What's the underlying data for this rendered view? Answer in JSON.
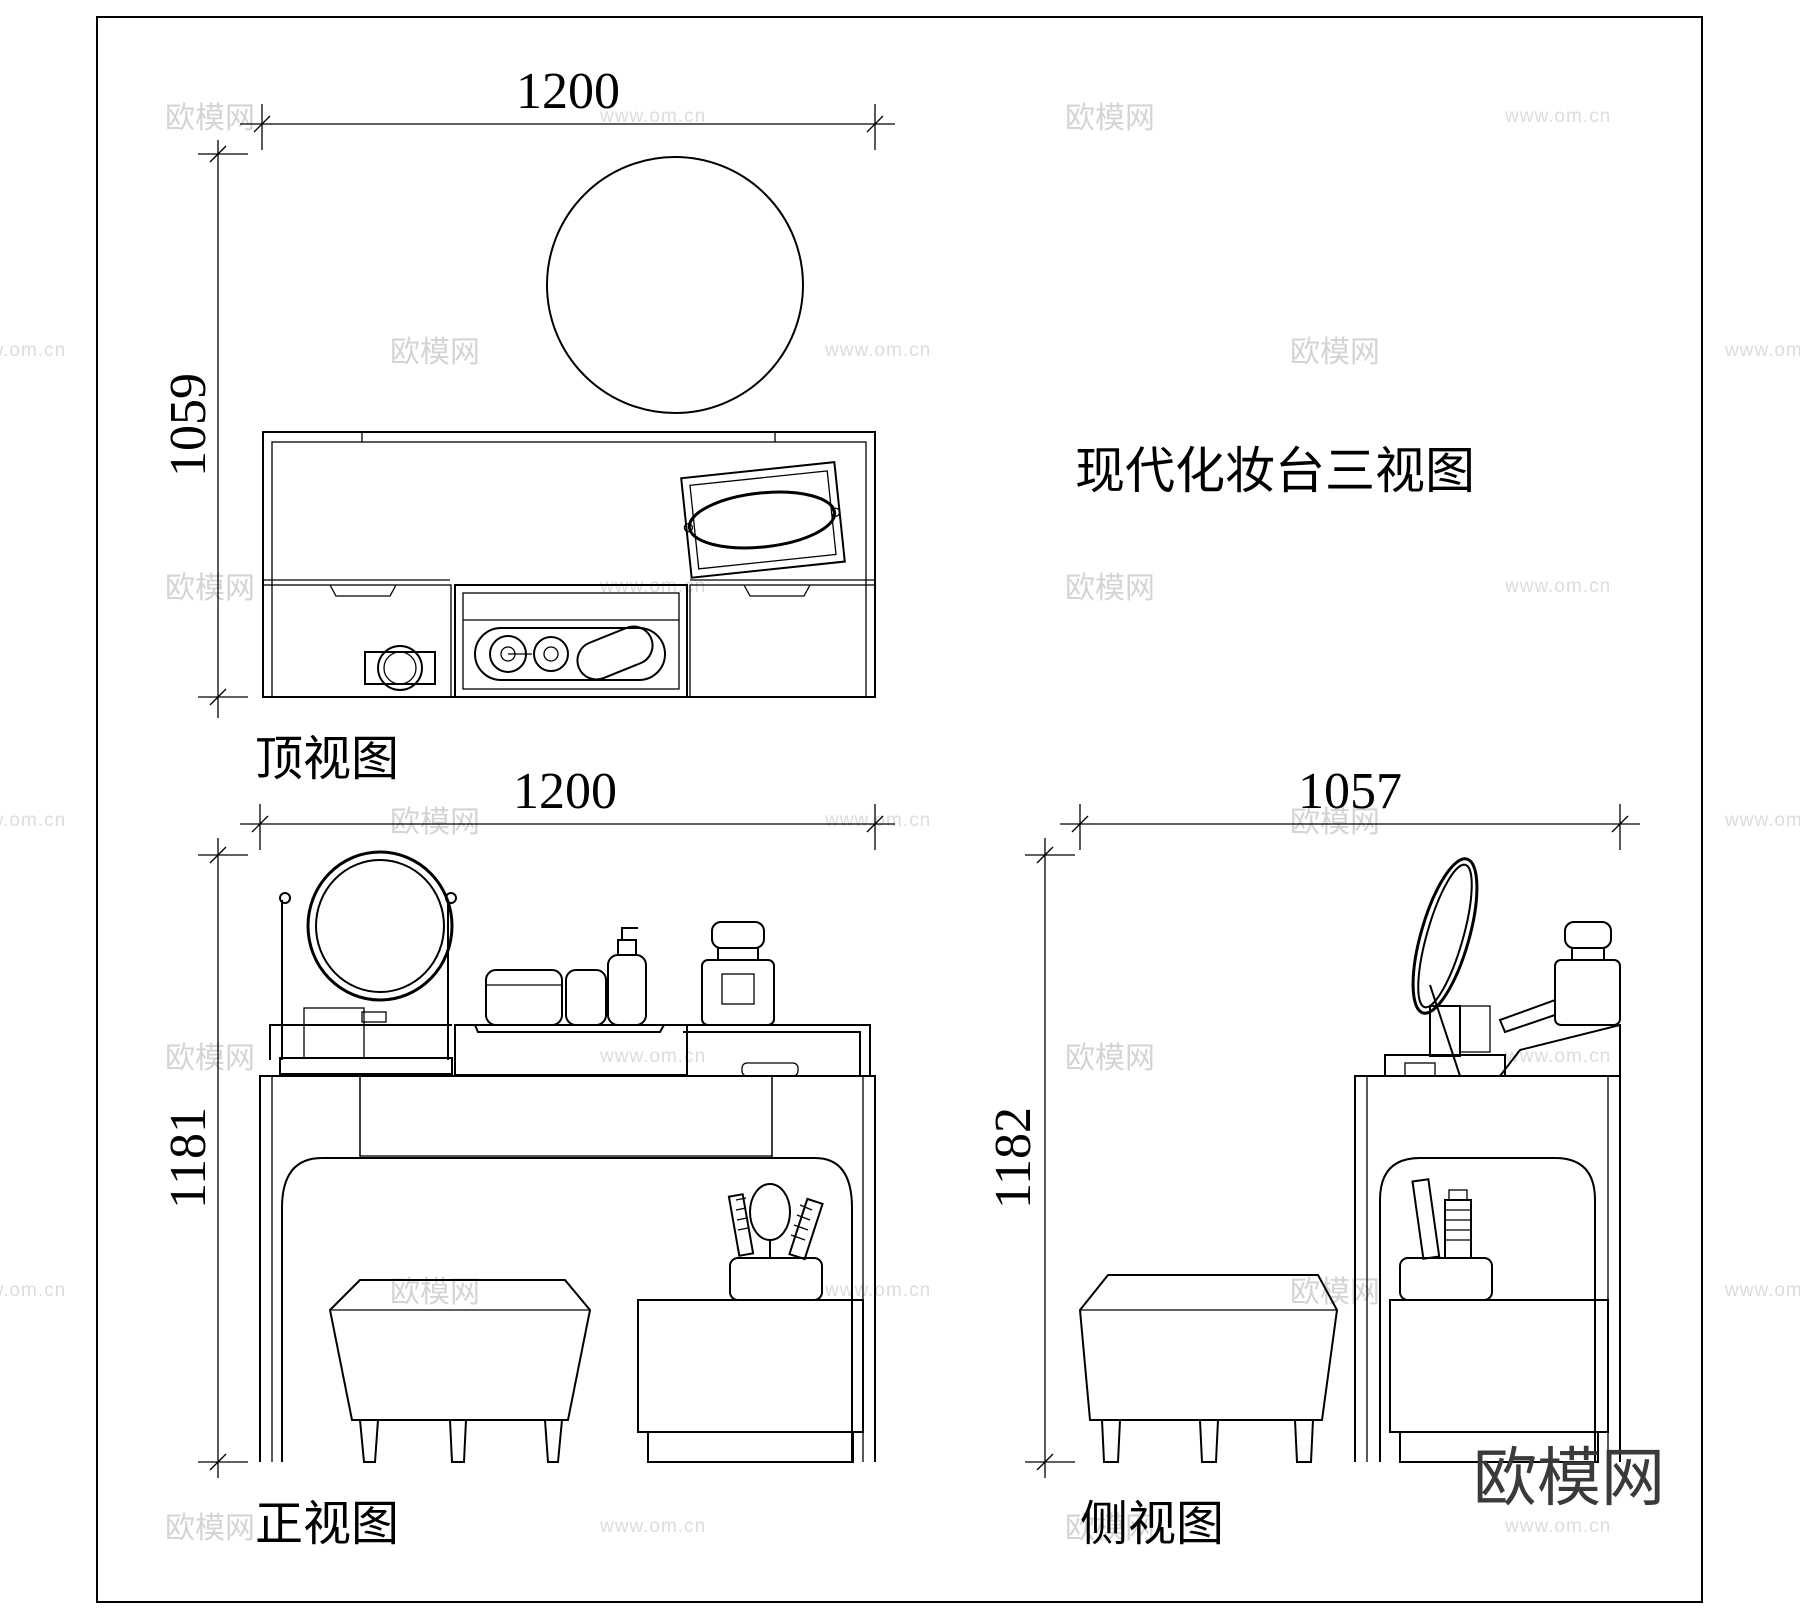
{
  "title": "现代化妆台三视图",
  "views": {
    "top": {
      "label": "顶视图",
      "width_dim": "1200",
      "depth_dim": "1059"
    },
    "front": {
      "label": "正视图",
      "width_dim": "1200",
      "height_dim": "1181"
    },
    "side": {
      "label": "侧视图",
      "width_dim": "1057",
      "height_dim": "1182"
    }
  },
  "watermark": {
    "brand": "欧模网",
    "url": "www.om.cn"
  },
  "colors": {
    "line": "#000000",
    "watermark": "#d4d4d4",
    "background": "#ffffff"
  }
}
